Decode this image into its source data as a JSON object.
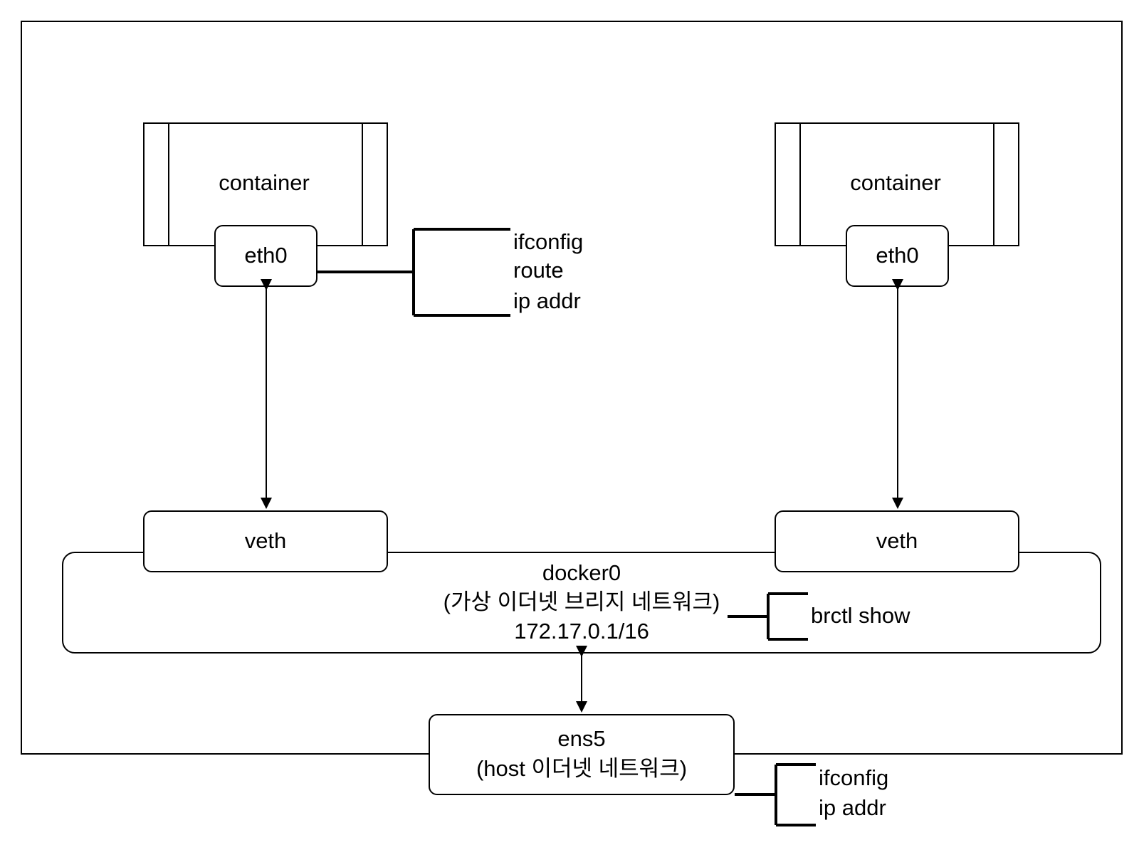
{
  "left_container": {
    "label": "container",
    "iface": "eth0",
    "commands": [
      "ifconfig",
      "route",
      "ip addr"
    ]
  },
  "right_container": {
    "label": "container",
    "iface": "eth0"
  },
  "veth_left": "veth",
  "veth_right": "veth",
  "bridge": {
    "name": "docker0",
    "desc": "(가상 이더넷 브리지 네트워크)",
    "ip": "172.17.0.1/16",
    "command": "brctl show"
  },
  "host_iface": {
    "name": "ens5",
    "desc": "(host 이더넷 네트워크)",
    "commands": [
      "ifconfig",
      "ip addr"
    ]
  }
}
